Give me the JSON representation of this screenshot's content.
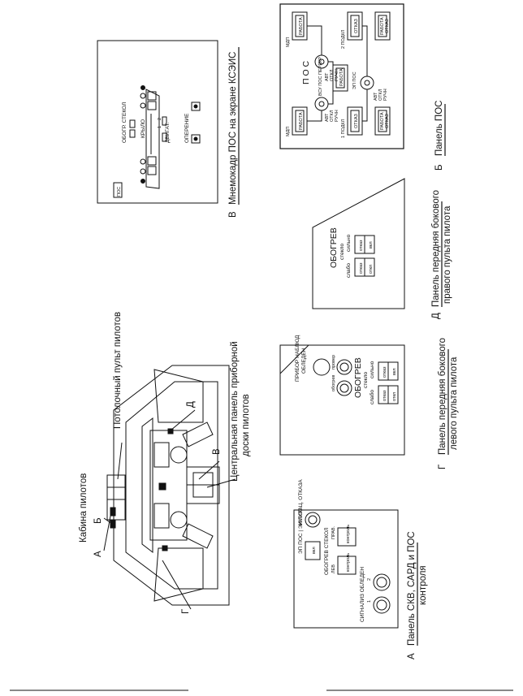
{
  "cockpit": {
    "title": "Кабина пилотов",
    "overhead_label": "Потолочный пульт пилотов",
    "center_panel_label_line1": "Центральная панель приборной",
    "center_panel_label_line2": "доски пилотов",
    "markers": {
      "a": "А",
      "b": "Б",
      "v": "В",
      "g": "Г",
      "d": "Д"
    }
  },
  "panel_a": {
    "letter": "А",
    "caption_line1": "Панель СКВ, САРД и ПОС",
    "caption_line2": "контроля",
    "top_labels": [
      "ЭП ПОС | ЭИ ПОС",
      "ИМИТАЦ. ОТКАЗА"
    ],
    "button_vkl": "вкл",
    "glass_heat_title": "ОБОГРЕВ СТЕКОЛ",
    "glass_left": "ЛЕВ",
    "glass_right": "ПРАВ.",
    "button_kontrol": "контроль",
    "icing_signal": "СИГНАЛИЗ ОБЛЕДЕН",
    "icing_nums": [
      "1",
      "2"
    ]
  },
  "panel_g": {
    "letter": "Г",
    "caption_line1": "Панель передняя бокового",
    "caption_line2": "левого пульта пилота",
    "device_title": "ПРИБОР НАБЛЮД",
    "device_sub": "ОБЛЕДЕН",
    "switch_left": "обогрев",
    "switch_right": "провер",
    "heat_title": "ОБОГРЕВ",
    "glass": "стекло",
    "weak": "слабо",
    "strong": "сильно",
    "button_otkaz": "отказ",
    "button_otkl": "откл",
    "button_vkl": "вкл"
  },
  "panel_d": {
    "letter": "Д",
    "caption_line1": "Панель передняя бокового",
    "caption_line2": "правого пульта пилота",
    "heat_title": "ОБОГРЕВ",
    "glass": "стекло",
    "weak": "слабо",
    "strong": "сильно",
    "button_otkaz": "отказ",
    "button_otkl": "откл",
    "button_vkl": "вкл"
  },
  "panel_v": {
    "letter": "В",
    "caption": "Мнемокадр ПОС на экране КСЭИС",
    "pos_box": "ПОС",
    "glass_heat": "ОБОГР. СТЕКОЛ",
    "wing": "КРЫЛО",
    "engine": "ДВИГАТ.",
    "engine_nums": [
      "1",
      "2"
    ],
    "tail": "ОПЕРЕНИЕ"
  },
  "panel_b": {
    "letter": "Б",
    "caption": "Панель ПОС",
    "title": "П О С",
    "mdp": "МДП",
    "work": "РАБОТА",
    "failure": "ОТКАЗ",
    "channel1": "1 ПОДКЛ",
    "channel2": "2 ПОДКЛ",
    "ep_pos": "ЭП ПОС",
    "vsu_label": "ВСУ ПОС ПЕРЕКР",
    "modes": [
      "АВТ",
      "ОТКЛ",
      "РУЧН"
    ]
  }
}
